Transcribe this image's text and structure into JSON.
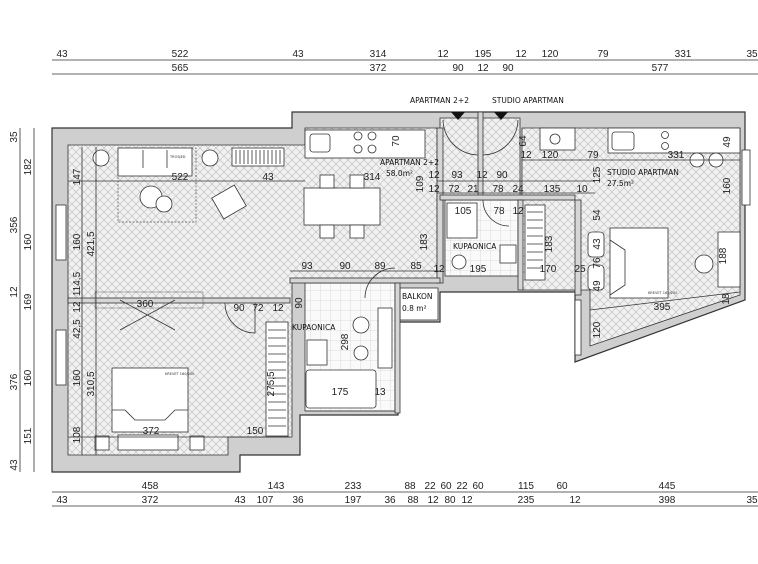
{
  "plan": {
    "entrances": {
      "apartment_2_2": "APARTMAN 2+2",
      "studio": "STUDIO APARTMAN"
    },
    "rooms": {
      "apartment_name": "APARTMAN 2+2",
      "apartment_area": "58.0m²",
      "studio_name": "STUDIO APARTMAN",
      "studio_area": "27.5m²",
      "bathroom_upper": "KUPAONICA",
      "bathroom_lower": "KUPAONICA",
      "balcony_name": "BALKON",
      "balcony_area": "0.8 m²"
    },
    "furniture_labels": {
      "sofa": "TROSJED",
      "bed_apartment": "KREVET 160/200",
      "bed_studio": "KREVET 160/200"
    },
    "dimensions": {
      "top_row1": [
        "43",
        "522",
        "43",
        "314",
        "12",
        "195",
        "12",
        "120",
        "79",
        "331",
        "35"
      ],
      "top_row2": [
        "565",
        "372",
        "90",
        "12",
        "90",
        "577"
      ],
      "bottom_row1": [
        "458",
        "143",
        "233",
        "88",
        "22",
        "60",
        "22",
        "60",
        "115",
        "60",
        "445"
      ],
      "bottom_row2": [
        "43",
        "372",
        "43",
        "107",
        "36",
        "197",
        "36",
        "88",
        "12",
        "80",
        "12",
        "235",
        "12",
        "398",
        "35"
      ],
      "left_outer": [
        "35",
        "356",
        "12",
        "376",
        "43"
      ],
      "left_inner": [
        "182",
        "160",
        "169",
        "160",
        "151"
      ],
      "interior": [
        "70",
        "43",
        "314",
        "109",
        "12",
        "93",
        "12",
        "90",
        "12",
        "72",
        "21",
        "78",
        "24",
        "135",
        "10",
        "105",
        "78",
        "12",
        "183",
        "183",
        "195",
        "170",
        "25",
        "93",
        "90",
        "89",
        "85",
        "12",
        "12",
        "120",
        "79",
        "331",
        "64",
        "49",
        "125",
        "160",
        "54",
        "43",
        "76",
        "49",
        "188",
        "18",
        "120",
        "395",
        "147",
        "522",
        "160",
        "421,5",
        "114,5",
        "12",
        "42,5",
        "360",
        "90",
        "72",
        "12",
        "160",
        "310,5",
        "108",
        "372",
        "150",
        "275,5",
        "298",
        "175",
        "13",
        "90"
      ]
    }
  }
}
